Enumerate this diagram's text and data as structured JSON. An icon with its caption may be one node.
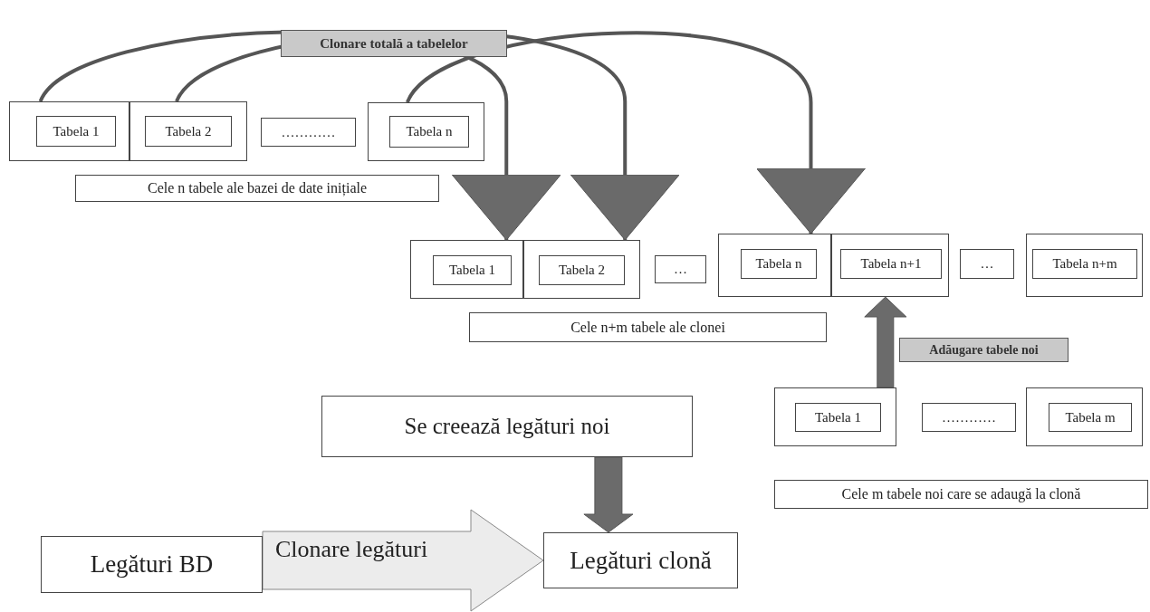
{
  "diagram": {
    "nodes": [
      {
        "text": [],
        "shape": "box"
      },
      {
        "text": [
          "Tabela 1"
        ],
        "in": 0
      },
      {
        "text": [],
        "shape": "box"
      },
      {
        "text": [
          "Tabela 2"
        ],
        "in": 2
      },
      {
        "text": [
          "…………"
        ]
      },
      {
        "text": [],
        "shape": "box"
      },
      {
        "text": [
          "Tabela n"
        ],
        "in": 5
      },
      {
        "text": [
          "Cele n tabele ale bazei de date inițiale"
        ]
      },
      {
        "text": [],
        "shape": "box"
      },
      {
        "text": [
          "Tabela 1"
        ],
        "in": 8
      },
      {
        "text": [],
        "shape": "box"
      },
      {
        "text": [
          "Tabela 2"
        ],
        "in": 10
      },
      {
        "text": [
          "…"
        ]
      },
      {
        "text": [],
        "shape": "box"
      },
      {
        "text": [
          "Tabela n"
        ],
        "in": 13
      },
      {
        "text": [],
        "shape": "box"
      },
      {
        "text": [
          "Tabela n+1"
        ],
        "in": 15
      },
      {
        "text": [
          "…"
        ]
      },
      {
        "text": [],
        "shape": "box"
      },
      {
        "text": [
          "Tabela n+m"
        ],
        "in": 18
      },
      {
        "text": [
          "Cele n+m tabele ale clonei"
        ]
      },
      {
        "text": [
          "Se creează legături noi"
        ]
      },
      {
        "text": [],
        "shape": "box"
      },
      {
        "text": [
          "Tabela 1"
        ],
        "in": 22
      },
      {
        "text": [
          "…………"
        ]
      },
      {
        "text": [],
        "shape": "box"
      },
      {
        "text": [
          "Tabela m"
        ],
        "in": 25
      },
      {
        "text": [
          "Cele m tabele noi care se adaugă la clonă"
        ]
      },
      {
        "text": [
          "Legături BD"
        ]
      },
      {
        "text": [
          "Legături clonă"
        ]
      }
    ],
    "edges": [
      {
        "from": 0,
        "to": 8,
        "arrow": "to"
      },
      {
        "from": 2,
        "to": 10,
        "arrow": "to"
      },
      {
        "from": 5,
        "to": 13,
        "arrow": "to"
      },
      {
        "from": 22,
        "to": 15,
        "arrow": "to",
        "style": "thick",
        "label": "Adăugare tabele noi"
      },
      {
        "from": 21,
        "to": 29,
        "arrow": "to",
        "style": "thick"
      },
      {
        "from": 28,
        "to": 29,
        "arrow": "to",
        "style": "thick",
        "label": "Clonare legături"
      }
    ],
    "labels": [
      "Clonare totală a tabelelor"
    ]
  }
}
